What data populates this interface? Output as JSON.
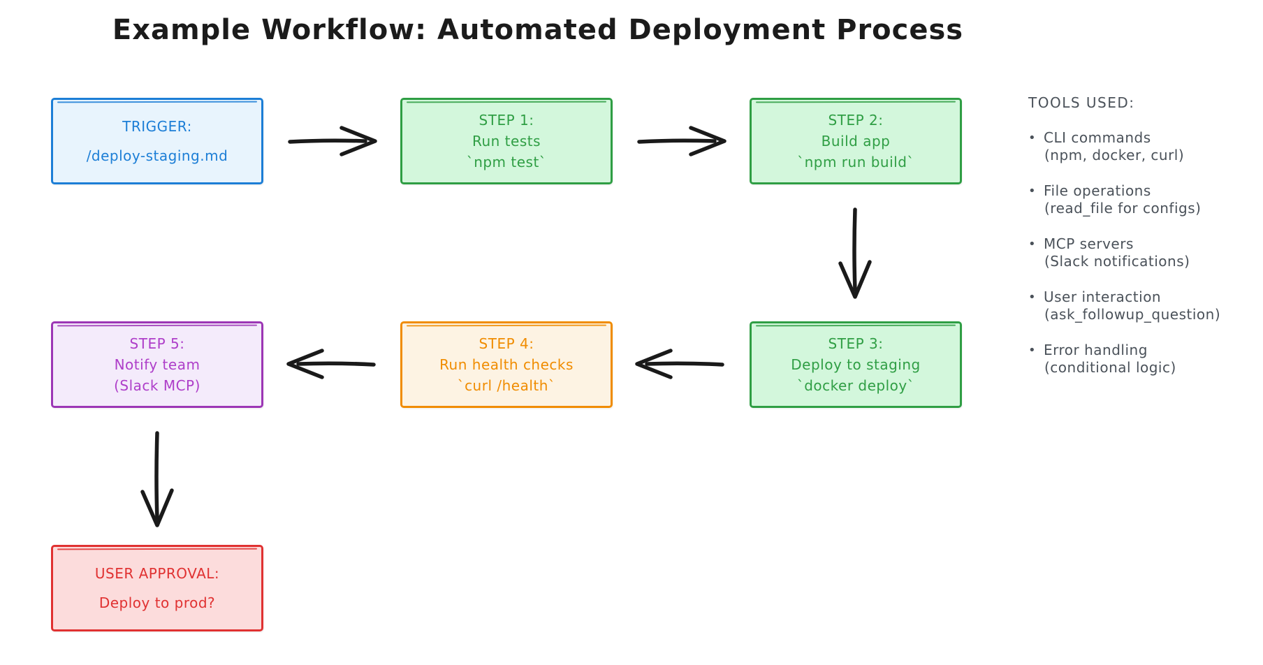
{
  "title": "Example Workflow: Automated Deployment Process",
  "nodes": [
    {
      "id": "trigger",
      "lines": [
        "TRIGGER:",
        "/deploy-staging.md"
      ],
      "stroke": "#1c7ed6",
      "fill": "#e8f4fd",
      "text": "#1c7ed6"
    },
    {
      "id": "step1",
      "lines": [
        "STEP 1:",
        "Run tests",
        "`npm test`"
      ],
      "stroke": "#2f9e44",
      "fill": "#d3f7dc",
      "text": "#2f9e44"
    },
    {
      "id": "step2",
      "lines": [
        "STEP 2:",
        "Build app",
        "`npm run build`"
      ],
      "stroke": "#2f9e44",
      "fill": "#d3f7dc",
      "text": "#2f9e44"
    },
    {
      "id": "step3",
      "lines": [
        "STEP 3:",
        "Deploy to staging",
        "`docker deploy`"
      ],
      "stroke": "#2f9e44",
      "fill": "#d3f7dc",
      "text": "#2f9e44"
    },
    {
      "id": "step4",
      "lines": [
        "STEP 4:",
        "Run health checks",
        "`curl /health`"
      ],
      "stroke": "#f08c00",
      "fill": "#fdf3e3",
      "text": "#f08c00"
    },
    {
      "id": "step5",
      "lines": [
        "STEP 5:",
        "Notify team",
        "(Slack MCP)"
      ],
      "stroke": "#9c36b5",
      "fill": "#f4ebfb",
      "text": "#ae3ec9"
    },
    {
      "id": "approval",
      "lines": [
        "USER APPROVAL:",
        "Deploy to prod?"
      ],
      "stroke": "#e03131",
      "fill": "#fcdcdc",
      "text": "#e03131"
    }
  ],
  "edges": [
    {
      "from": "trigger",
      "to": "step1"
    },
    {
      "from": "step1",
      "to": "step2"
    },
    {
      "from": "step2",
      "to": "step3"
    },
    {
      "from": "step3",
      "to": "step4"
    },
    {
      "from": "step4",
      "to": "step5"
    },
    {
      "from": "step5",
      "to": "approval"
    }
  ],
  "tools": {
    "heading": "TOOLS USED:",
    "bullet": "•",
    "items": [
      {
        "name": "CLI commands",
        "detail": "(npm, docker, curl)"
      },
      {
        "name": "File operations",
        "detail": "(read_file for configs)"
      },
      {
        "name": "MCP servers",
        "detail": "(Slack notifications)"
      },
      {
        "name": "User interaction",
        "detail": "(ask_followup_question)"
      },
      {
        "name": "Error handling",
        "detail": "(conditional logic)"
      }
    ]
  },
  "colors": {
    "background": "#ffffff",
    "title_text": "#1b1b1b",
    "arrow": "#1a1a1a",
    "tools_text": "#4a5159"
  }
}
